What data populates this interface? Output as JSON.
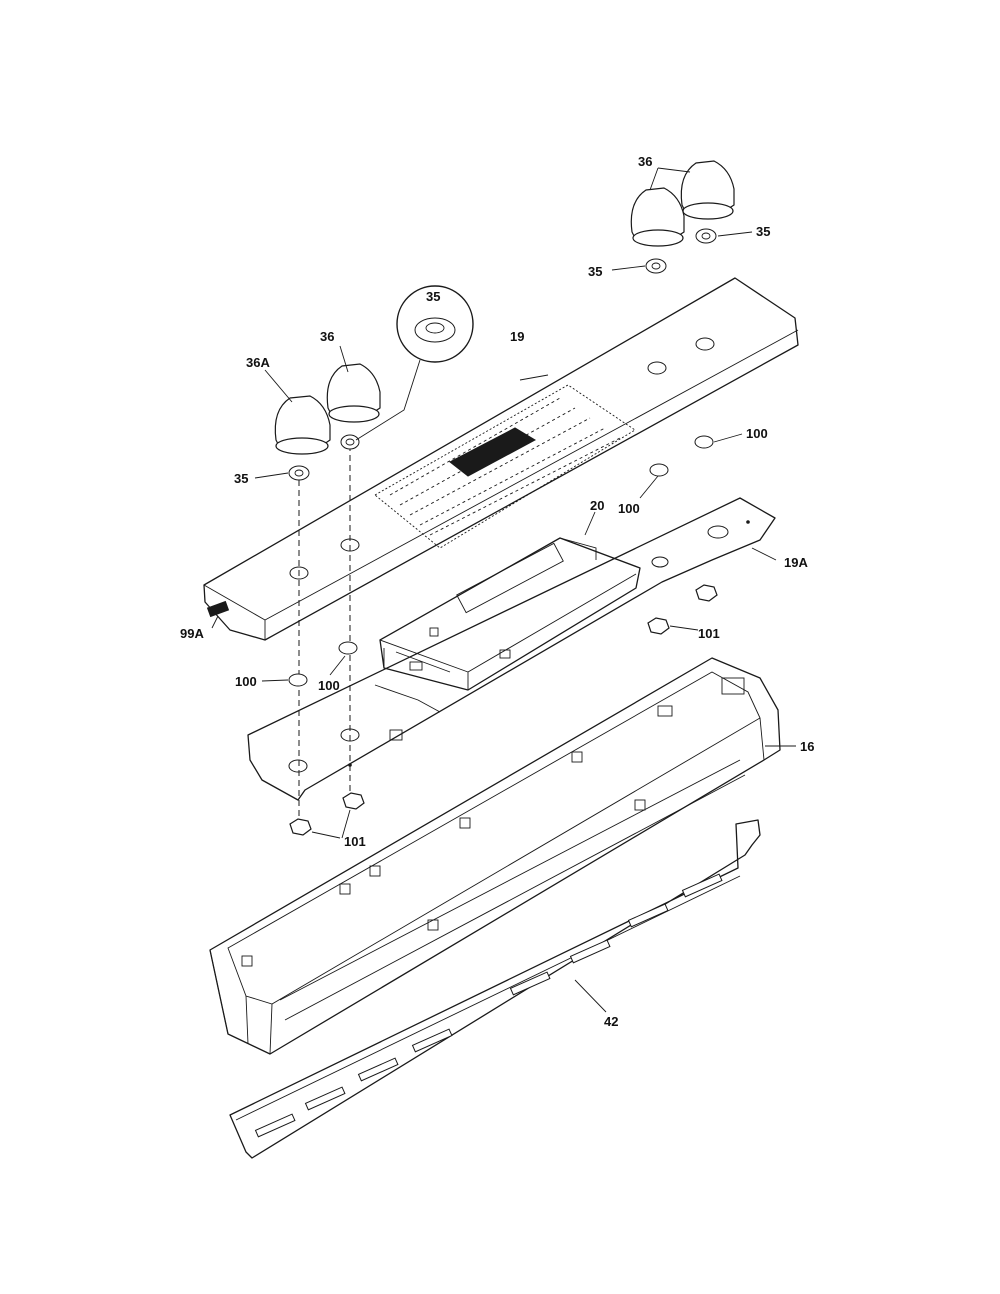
{
  "callouts": {
    "c36_top": "36",
    "c35_top_right": "35",
    "c35_top_left": "35",
    "c35_zoom": "35",
    "c36_left": "36",
    "c36a": "36A",
    "c19": "19",
    "c100_a": "100",
    "c35_left": "35",
    "c100_b": "100",
    "c20": "20",
    "c19a": "19A",
    "c99a": "99A",
    "c101_right": "101",
    "c100_c": "100",
    "c100_d": "100",
    "c16": "16",
    "c101_bottom": "101",
    "c42": "42"
  },
  "colors": {
    "line": "#1a1a1a",
    "background": "#ffffff",
    "display_window": "#1a1a1a"
  }
}
